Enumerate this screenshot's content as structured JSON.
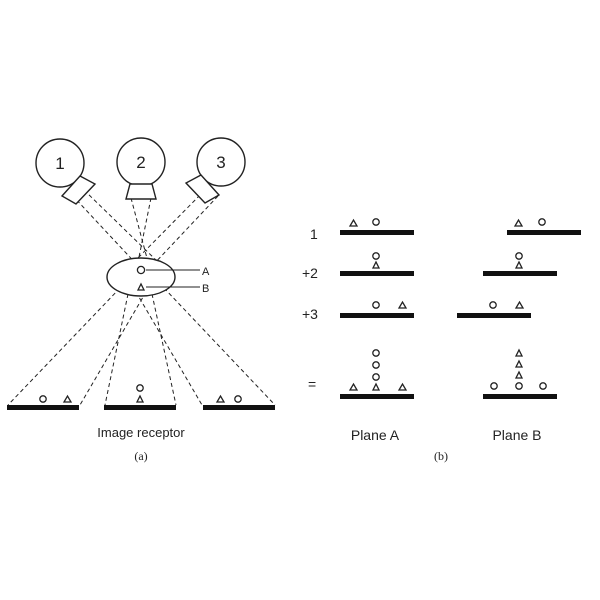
{
  "panel_a": {
    "sources": [
      "1",
      "2",
      "3"
    ],
    "object_labels": {
      "a": "A",
      "b": "B"
    },
    "receptor_label": "Image receptor",
    "caption": "(a)"
  },
  "panel_b": {
    "row_labels": [
      "1",
      "+2",
      "+3",
      "="
    ],
    "plane_labels": [
      "Plane A",
      "Plane B"
    ],
    "caption": "(b)",
    "markers": {
      "plane_a": [
        [
          "triangle",
          "circle"
        ],
        [
          "circle-over-triangle"
        ],
        [
          "circle",
          "triangle"
        ],
        [
          "triangle",
          "stack-circle-3-triangle",
          "triangle"
        ]
      ],
      "plane_b": [
        [
          "triangle",
          "circle"
        ],
        [
          "circle-over-triangle"
        ],
        [
          "circle",
          "triangle"
        ],
        [
          "circle",
          "stack-triangle-3-circle",
          "circle"
        ]
      ]
    }
  }
}
